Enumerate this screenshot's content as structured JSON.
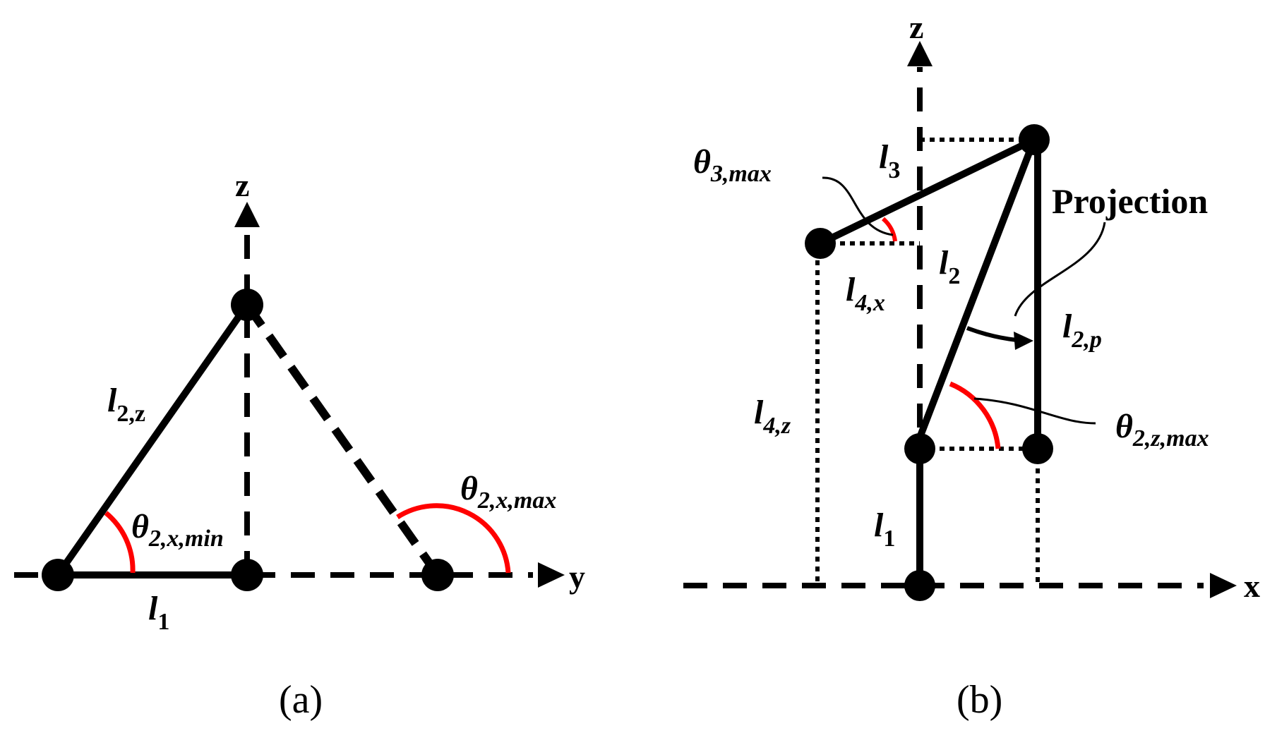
{
  "panel_a": {
    "caption": "(a)",
    "axis_z": "z",
    "axis_y": "y",
    "labels": {
      "l2z_base": "l",
      "l2z_sub": "2,z",
      "l1_base": "l",
      "l1_sub": "1",
      "theta_min_base": "θ",
      "theta_min_sub": "2,x,min",
      "theta_max_base": "θ",
      "theta_max_sub": "2,x,max"
    }
  },
  "panel_b": {
    "caption": "(b)",
    "axis_z": "z",
    "axis_x": "x",
    "projection": "Projection",
    "labels": {
      "theta3_base": "θ",
      "theta3_sub": "3,max",
      "l3_base": "l",
      "l3_sub": "3",
      "l2_base": "l",
      "l2_sub": "2",
      "l4x_base": "l",
      "l4x_sub": "4,x",
      "l4z_base": "l",
      "l4z_sub": "4,z",
      "l2p_base": "l",
      "l2p_sub": "2,p",
      "theta2z_base": "θ",
      "theta2z_sub": "2,z,max",
      "l1_base": "l",
      "l1_sub": "1"
    }
  },
  "colors": {
    "ink": "#000000",
    "angle_arc": "#ff0000"
  }
}
